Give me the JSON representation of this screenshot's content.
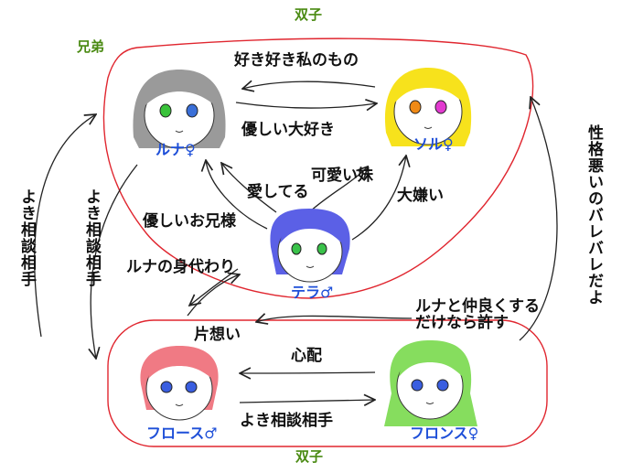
{
  "groups": {
    "twins_top": "双子",
    "siblings": "兄弟",
    "twins_bottom": "双子"
  },
  "characters": {
    "luna": {
      "name": "ルナ♀",
      "hair": "#9a9a9a",
      "eyes": [
        "#39c23a",
        "#3a6fd8"
      ]
    },
    "sol": {
      "name": "ソル♀",
      "hair": "#f7e21c",
      "eyes": [
        "#f08a16",
        "#e23ad0"
      ]
    },
    "tera": {
      "name": "テラ♂",
      "hair": "#5b60e6",
      "eyes": [
        "#3ac24a",
        "#3ac24a"
      ]
    },
    "frost": {
      "name": "フロース♂",
      "hair": "#f07a84",
      "eyes": [
        "#3a5ee0",
        "#3a5ee0"
      ]
    },
    "frons": {
      "name": "フロンス♀",
      "hair": "#86dd5e",
      "eyes": [
        "#3a5ee0",
        "#3a5ee0"
      ]
    }
  },
  "relations": {
    "sol_to_luna": "好き好き私のもの",
    "luna_to_sol": "優しい大好き",
    "tera_to_luna_love": "愛してる",
    "sol_to_tera": "可愛い妹",
    "tera_to_sol": "大嫌い",
    "tera_to_luna_kind": "優しいお兄様",
    "luna_substitute": "ルナの身代わり",
    "frost_to_tera": "片想い",
    "frons_to_frost": "心配",
    "frost_to_frons": "よき相談相手",
    "frons_to_tera": "ルナと仲良くする\nだけなら許す",
    "left_outer": "よき相談相手",
    "left_inner": "よき相談相手",
    "right_side": "性格悪いのバレバレだよ"
  },
  "colors": {
    "group_border": "#e0262f",
    "group_label": "#4a8a12",
    "name_label": "#1e4fd8"
  }
}
